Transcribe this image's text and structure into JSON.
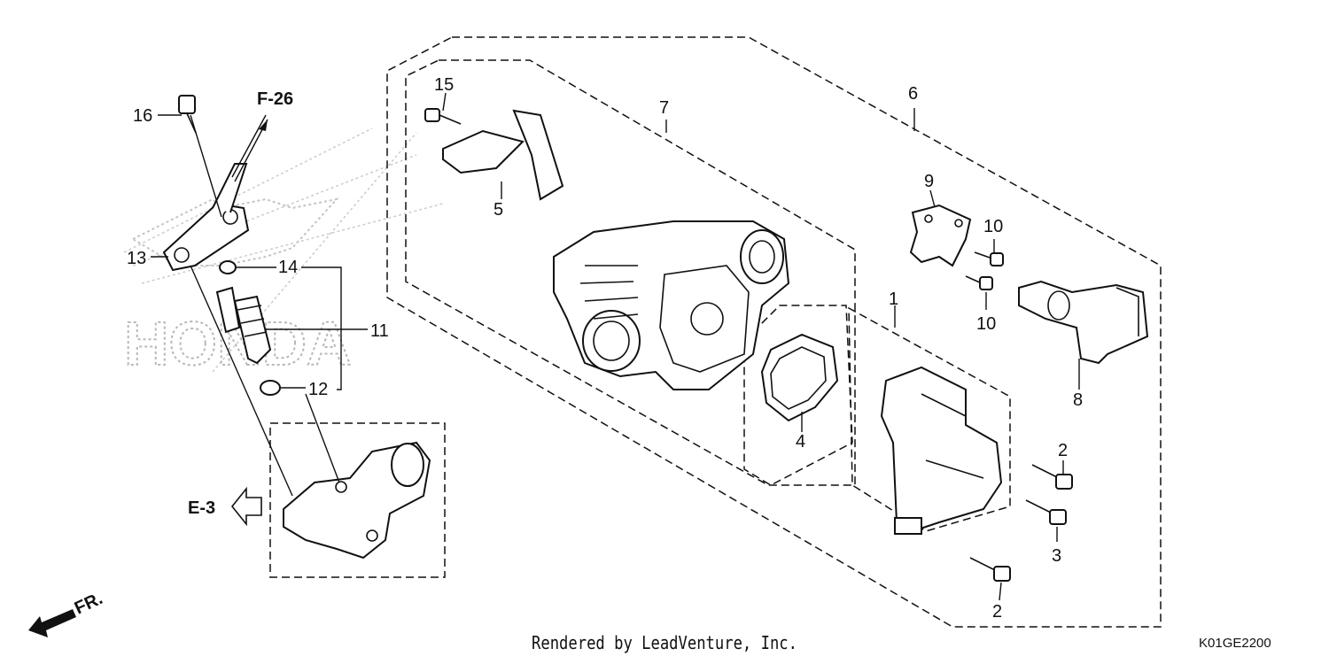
{
  "callouts": {
    "c1": "1",
    "c2a": "2",
    "c2b": "2",
    "c3": "3",
    "c4": "4",
    "c5": "5",
    "c6": "6",
    "c7": "7",
    "c8": "8",
    "c9": "9",
    "c10a": "10",
    "c10b": "10",
    "c11": "11",
    "c12": "12",
    "c13": "13",
    "c14": "14",
    "c15": "15",
    "c16": "16"
  },
  "refs": {
    "f26": "F-26",
    "e3": "E-3",
    "fr": "FR."
  },
  "watermark": "HONDA",
  "footer": {
    "rendered_by": "Rendered by LeadVenture, Inc.",
    "diagram_code": "K01GE2200"
  }
}
